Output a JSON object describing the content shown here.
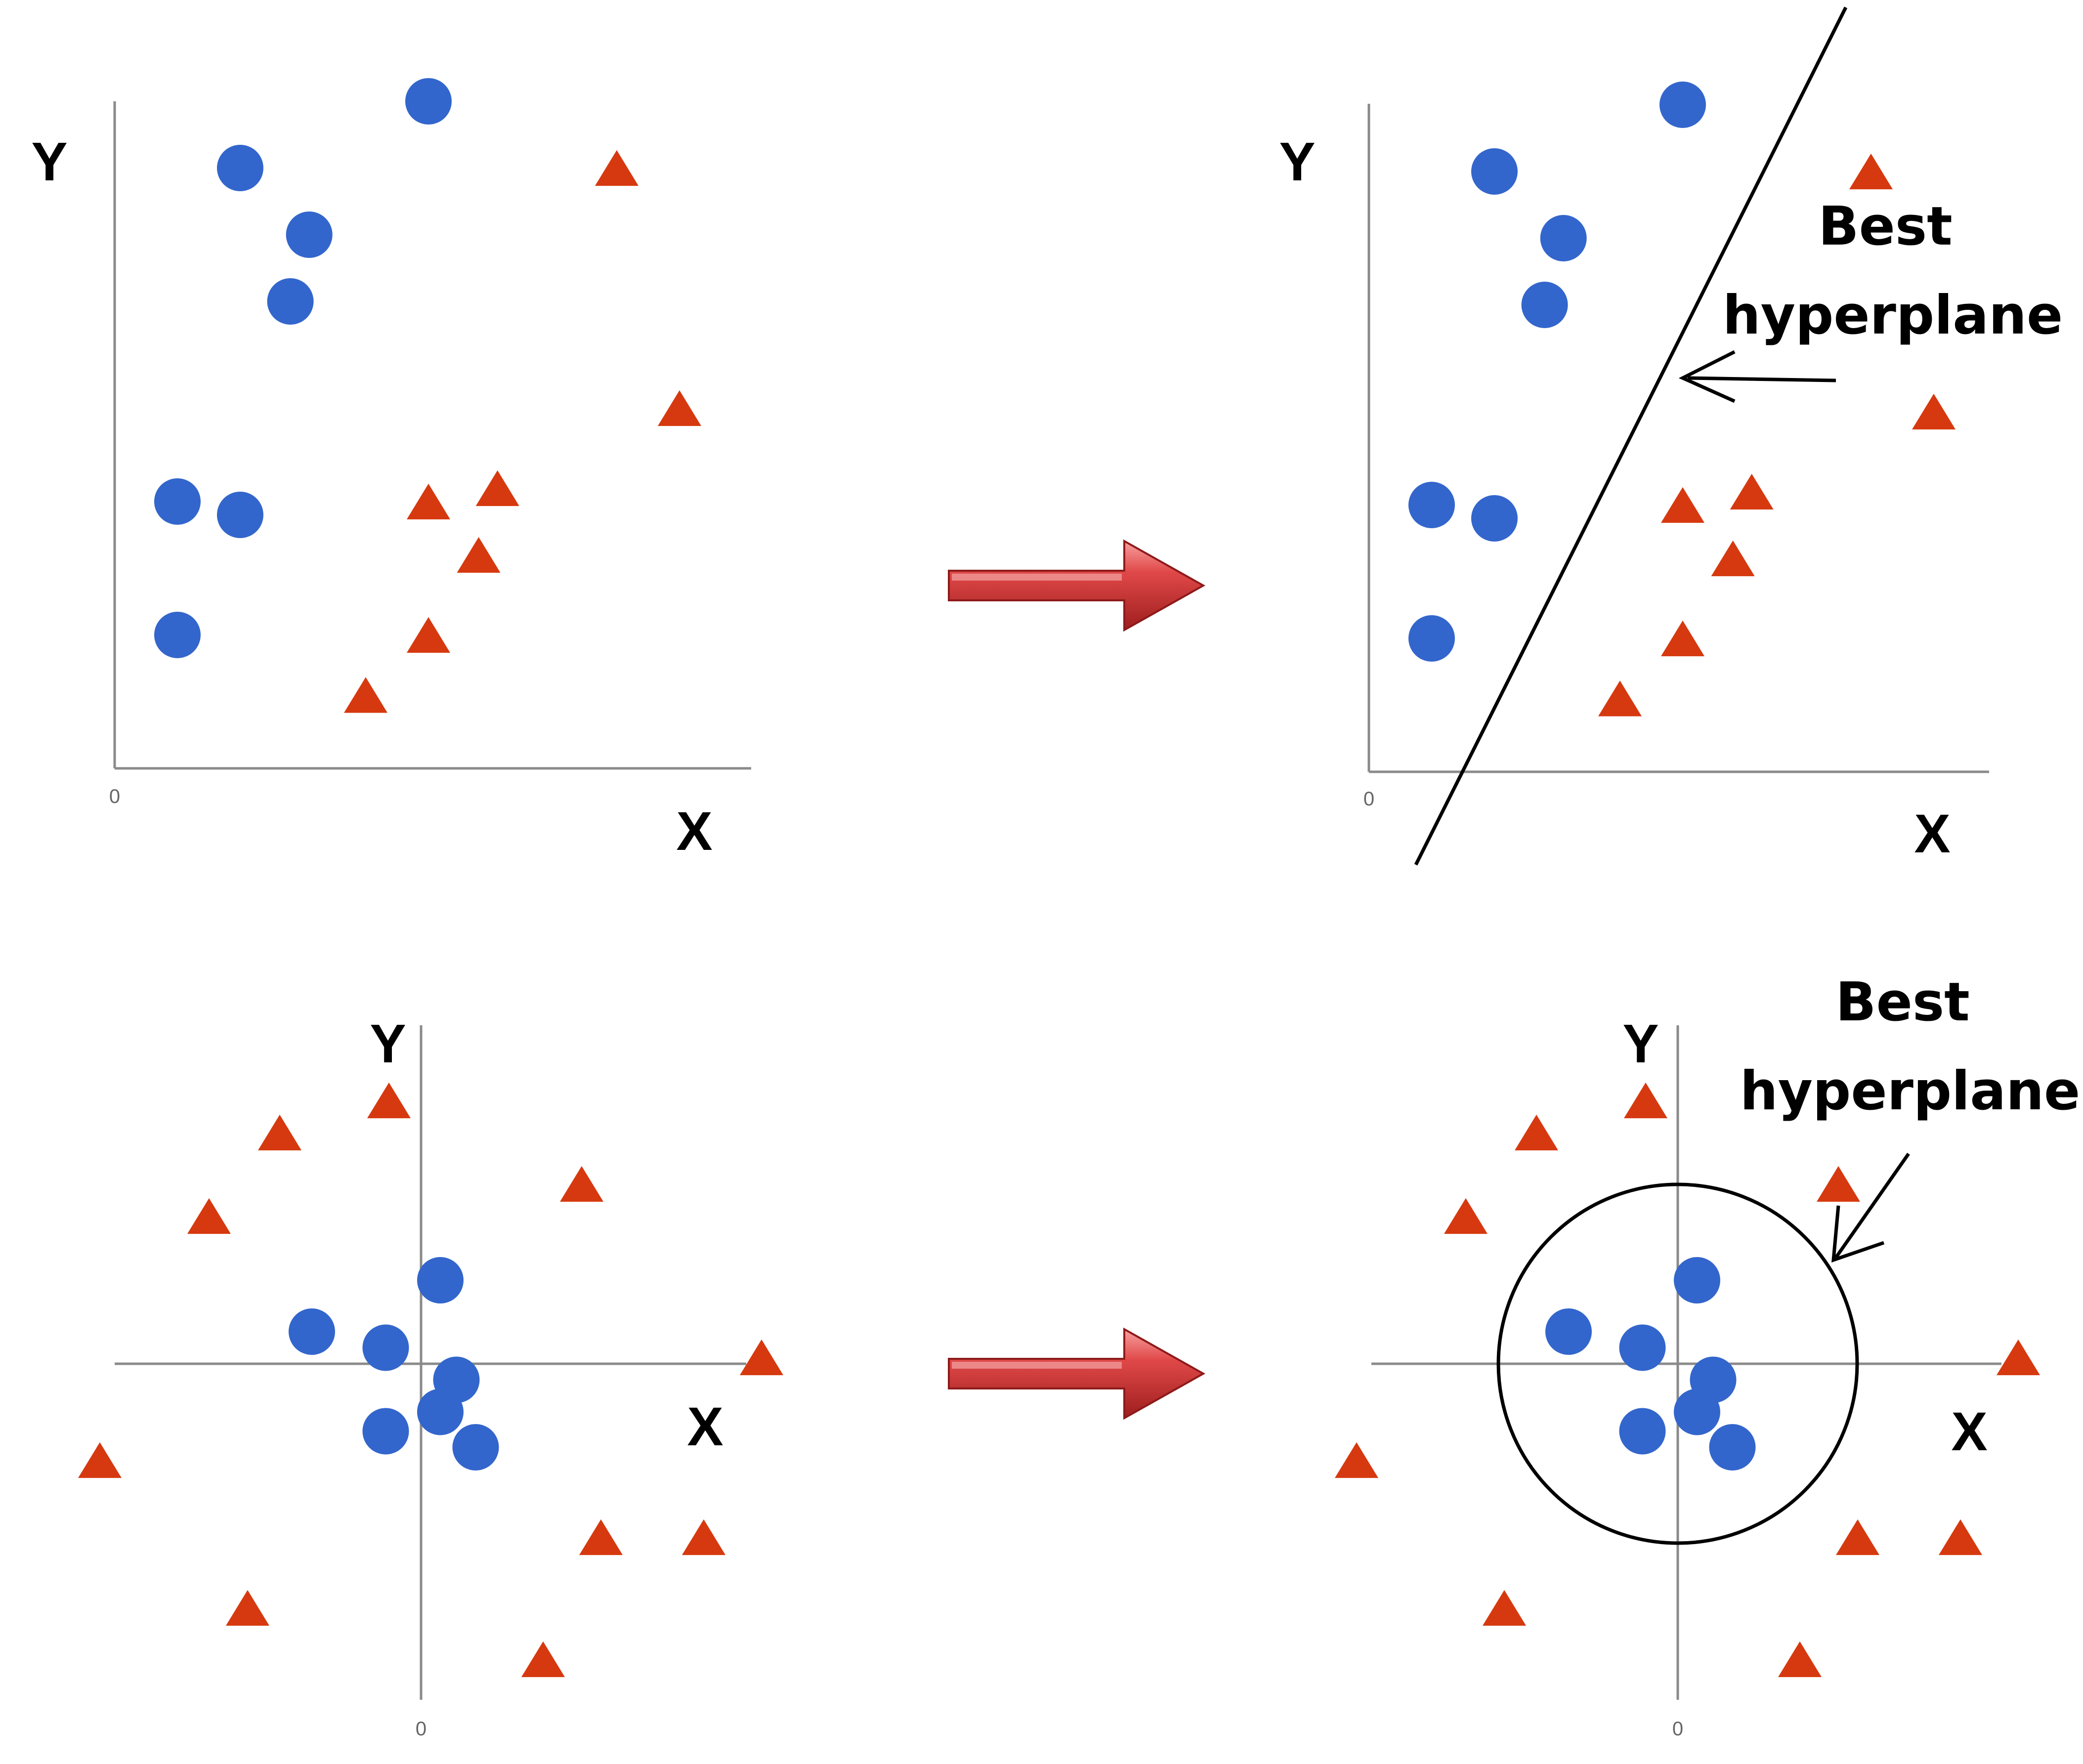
{
  "colors": {
    "circle": "#3366CC",
    "triangle": "#D6390F",
    "axis": "#8A8A8A",
    "arrow_fill": "#C42A2A",
    "arrow_highlight": "#F27A7A",
    "boundary": "#000000"
  },
  "icons": {
    "circle_marker": "filled-circle",
    "triangle_marker": "filled-triangle",
    "transition": "right-arrow"
  },
  "chart_data": [
    {
      "type": "scatter",
      "panel": "linear-before",
      "xlabel": "X",
      "ylabel": "Y",
      "origin_label": "0",
      "xlim": [
        0,
        10
      ],
      "ylim": [
        0,
        10
      ],
      "series": [
        {
          "marker": "circle",
          "points": [
            [
              1,
              4
            ],
            [
              2,
              3.8
            ],
            [
              1,
              2
            ],
            [
              2,
              9
            ],
            [
              3.1,
              8
            ],
            [
              2.8,
              7
            ],
            [
              5,
              10
            ]
          ]
        },
        {
          "marker": "triangle",
          "points": [
            [
              8,
              9
            ],
            [
              9,
              5.4
            ],
            [
              5,
              4
            ],
            [
              6.1,
              4.2
            ],
            [
              5.8,
              3.2
            ],
            [
              5,
              2
            ],
            [
              4,
              1.1
            ]
          ]
        }
      ]
    },
    {
      "type": "scatter",
      "panel": "linear-after",
      "xlabel": "X",
      "ylabel": "Y",
      "origin_label": "0",
      "annotation": [
        "Best",
        "hyperplane"
      ],
      "boundary": "line",
      "xlim": [
        0,
        10
      ],
      "ylim": [
        0,
        10
      ],
      "series": [
        {
          "marker": "circle",
          "points": [
            [
              1,
              4
            ],
            [
              2,
              3.8
            ],
            [
              1,
              2
            ],
            [
              2,
              9
            ],
            [
              3.1,
              8
            ],
            [
              2.8,
              7
            ],
            [
              5,
              10
            ]
          ]
        },
        {
          "marker": "triangle",
          "points": [
            [
              8,
              9
            ],
            [
              9,
              5.4
            ],
            [
              5,
              4
            ],
            [
              6.1,
              4.2
            ],
            [
              5.8,
              3.2
            ],
            [
              5,
              2
            ],
            [
              4,
              1.1
            ]
          ]
        }
      ]
    },
    {
      "type": "scatter",
      "panel": "circular-before",
      "xlabel": "X",
      "ylabel": "Y",
      "origin_label": "0",
      "xlim": [
        -5,
        5
      ],
      "ylim": [
        -5,
        5
      ],
      "series": [
        {
          "marker": "circle",
          "points": [
            [
              0.3,
              1.3
            ],
            [
              -1.7,
              0.5
            ],
            [
              -0.55,
              0.25
            ],
            [
              0.55,
              -0.25
            ],
            [
              -0.55,
              -1.05
            ],
            [
              0.3,
              -0.75
            ],
            [
              0.85,
              -1.3
            ]
          ]
        },
        {
          "marker": "triangle",
          "points": [
            [
              -0.5,
              4.1
            ],
            [
              -2.2,
              3.6
            ],
            [
              2.5,
              2.8
            ],
            [
              -3.3,
              2.3
            ],
            [
              5.3,
              0.1
            ],
            [
              -5,
              -1.5
            ],
            [
              2.8,
              -2.7
            ],
            [
              4.4,
              -2.7
            ],
            [
              -2.7,
              -3.8
            ],
            [
              1.9,
              -4.6
            ]
          ]
        }
      ]
    },
    {
      "type": "scatter",
      "panel": "circular-after",
      "xlabel": "X",
      "ylabel": "Y",
      "origin_label": "0",
      "annotation": [
        "Best",
        "hyperplane"
      ],
      "boundary": "circle",
      "boundary_radius": 2.8,
      "xlim": [
        -5,
        5
      ],
      "ylim": [
        -5,
        5
      ],
      "series": [
        {
          "marker": "circle",
          "points": [
            [
              0.3,
              1.3
            ],
            [
              -1.7,
              0.5
            ],
            [
              -0.55,
              0.25
            ],
            [
              0.55,
              -0.25
            ],
            [
              -0.55,
              -1.05
            ],
            [
              0.3,
              -0.75
            ],
            [
              0.85,
              -1.3
            ]
          ]
        },
        {
          "marker": "triangle",
          "points": [
            [
              -0.5,
              4.1
            ],
            [
              -2.2,
              3.6
            ],
            [
              2.5,
              2.8
            ],
            [
              -3.3,
              2.3
            ],
            [
              5.3,
              0.1
            ],
            [
              -5,
              -1.5
            ],
            [
              2.8,
              -2.7
            ],
            [
              4.4,
              -2.7
            ],
            [
              -2.7,
              -3.8
            ],
            [
              1.9,
              -4.6
            ]
          ]
        }
      ]
    }
  ]
}
